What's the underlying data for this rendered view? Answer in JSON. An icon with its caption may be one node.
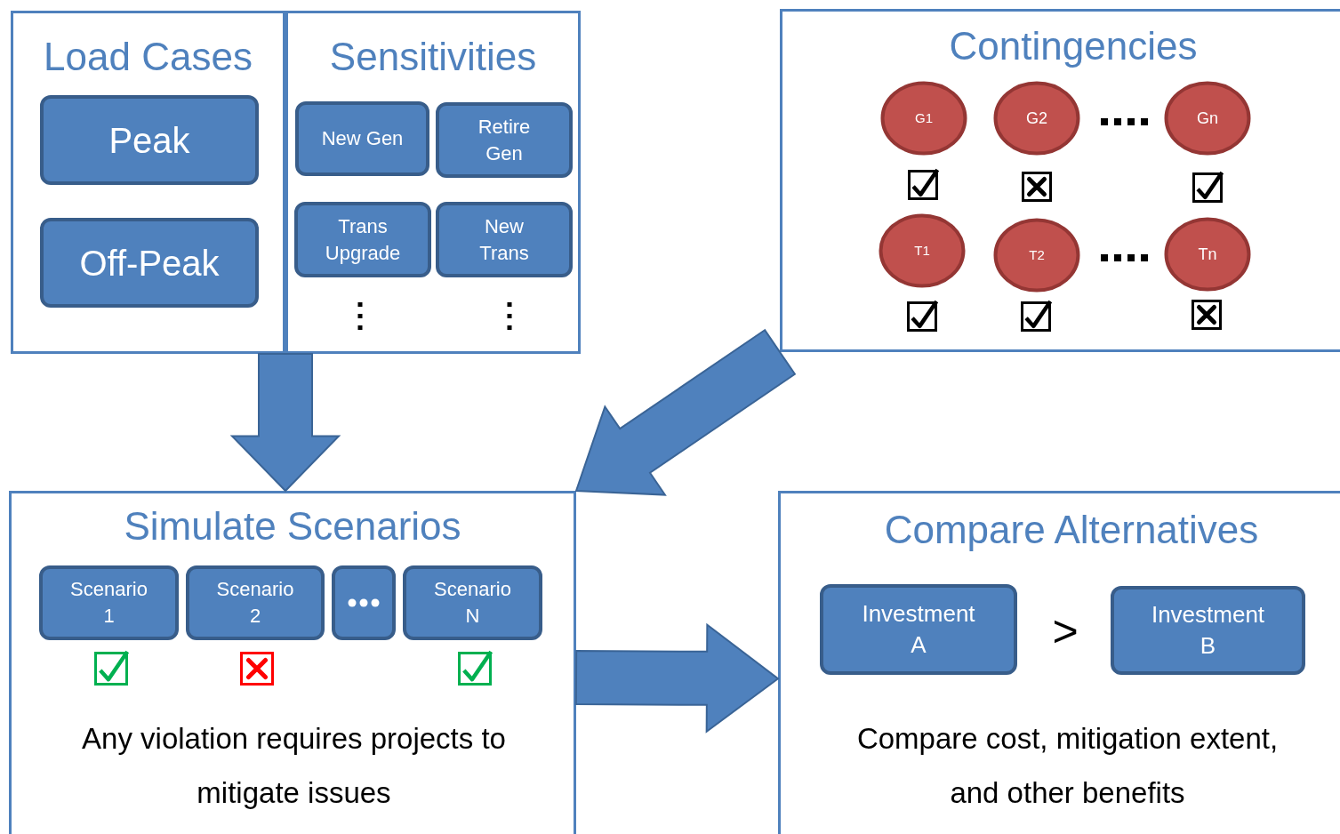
{
  "diagram": {
    "nodes": [
      {
        "text": [
          "Load Cases"
        ]
      },
      {
        "text": [
          "Peak"
        ],
        "in": 0
      },
      {
        "text": [
          "Off-Peak"
        ],
        "in": 0
      },
      {
        "text": [
          "Sensitivities"
        ]
      },
      {
        "text": [
          "New Gen"
        ],
        "in": 3
      },
      {
        "text": [
          "Retire Gen"
        ],
        "in": 3
      },
      {
        "text": [
          "Trans Upgrade"
        ],
        "in": 3
      },
      {
        "text": [
          "New Trans"
        ],
        "in": 3
      },
      {
        "text": [
          "Contingencies"
        ]
      },
      {
        "text": [
          "G1"
        ],
        "in": 8
      },
      {
        "text": [
          "G2"
        ],
        "in": 8
      },
      {
        "text": [
          "Gn"
        ],
        "in": 8
      },
      {
        "text": [
          "T1"
        ],
        "in": 8
      },
      {
        "text": [
          "T2"
        ],
        "in": 8
      },
      {
        "text": [
          "Tn"
        ],
        "in": 8
      },
      {
        "text": [
          "Simulate Scenarios",
          "Any violation requires projects to mitigate issues"
        ]
      },
      {
        "text": [
          "Scenario 1"
        ],
        "in": 15
      },
      {
        "text": [
          "Scenario 2"
        ],
        "in": 15
      },
      {
        "text": [],
        "shape": "box",
        "in": 15
      },
      {
        "text": [
          "Scenario N"
        ],
        "in": 15
      },
      {
        "text": [
          "Compare Alternatives",
          "Compare cost, mitigation extent, and other benefits"
        ]
      },
      {
        "text": [
          "Investment A"
        ],
        "in": 20
      },
      {
        "text": [
          "Investment B"
        ],
        "in": 20
      }
    ],
    "edges": [
      {
        "from": 0,
        "to": 15,
        "arrow": "to"
      },
      {
        "from": 3,
        "to": 15,
        "arrow": "to"
      },
      {
        "from": 8,
        "to": 15,
        "arrow": "to"
      },
      {
        "from": 15,
        "to": 20,
        "arrow": "to"
      }
    ],
    "labels": [
      ">"
    ]
  }
}
